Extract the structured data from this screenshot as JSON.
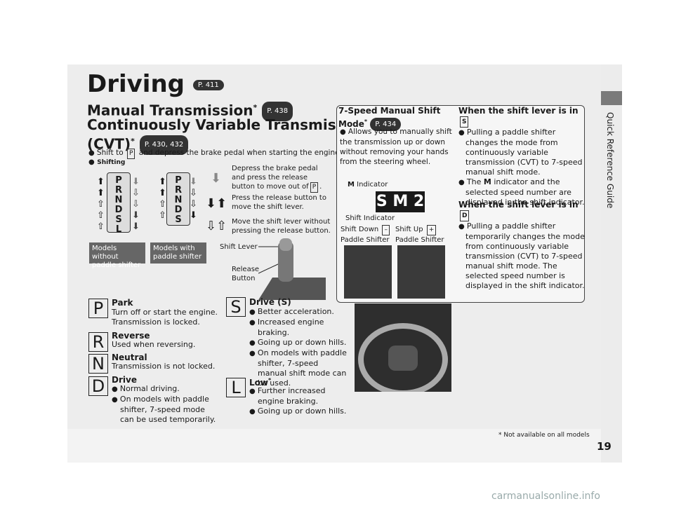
{
  "sidebar": {
    "label": "Quick Reference Guide"
  },
  "title": {
    "text": "Driving",
    "ref": "P. 411"
  },
  "manual": {
    "text": "Manual Transmission",
    "star": "*",
    "ref": "P. 438"
  },
  "cvt": {
    "line1": "Continuously Variable Transmission",
    "line2": "(CVT)",
    "star": "*",
    "ref": "P. 430, 432"
  },
  "bullets": {
    "shift_intro": "Shift to",
    "shift_key": "P",
    "shift_rest": "and depress the brake pedal when starting the engine.",
    "shifting": "Shifting"
  },
  "gates": {
    "left": [
      "P",
      "R",
      "N",
      "D",
      "S",
      "L"
    ],
    "right": [
      "P",
      "R",
      "N",
      "D",
      "S"
    ]
  },
  "models": {
    "without": "Models without paddle shifter",
    "with": "Models with paddle shifter"
  },
  "legend": {
    "brake": "Depress the brake pedal and press the release button to move out of",
    "brake_key": "P",
    "release": "Press the release button to move the shift lever.",
    "move": "Move the shift lever without pressing the release button."
  },
  "lever": {
    "shift_lever": "Shift Lever",
    "release_button": "Release Button"
  },
  "seven_speed": {
    "title1": "7-Speed Manual Shift",
    "title2": "Mode",
    "star": "*",
    "ref": "P. 434",
    "text": "Allows you to manually shift the transmission up or down without removing your hands from the steering wheel.",
    "m_indicator": "Indicator",
    "m_letter": "M",
    "shift_indicator": "Shift Indicator",
    "shift_down": "Shift Down",
    "shift_down_key": "–",
    "shift_up": "Shift Up",
    "shift_up_key": "+",
    "paddle": "Paddle Shifter",
    "display": "S M 2"
  },
  "when_s": {
    "title": "When the shift lever is in",
    "key": "S",
    "b1": "Pulling a paddle shifter changes the mode from continuously variable transmission (CVT) to 7-speed manual shift mode.",
    "b2a": "The",
    "b2m": "M",
    "b2b": "indicator and the selected speed number are displayed in the shift indicator."
  },
  "when_d": {
    "title": "When the shift lever is in",
    "key": "D",
    "b1": "Pulling a paddle shifter temporarily changes the mode from continuously variable transmission (CVT) to 7-speed manual shift mode. The selected speed number is displayed in the shift indicator."
  },
  "gears": {
    "park": {
      "letter": "P",
      "title": "Park",
      "l1": "Turn off or start the engine.",
      "l2": "Transmission is locked."
    },
    "reverse": {
      "letter": "R",
      "title": "Reverse",
      "l1": "Used when reversing."
    },
    "neutral": {
      "letter": "N",
      "title": "Neutral",
      "l1": "Transmission is not locked."
    },
    "drive": {
      "letter": "D",
      "title": "Drive",
      "b1": "Normal driving.",
      "b2": "On models with paddle shifter, 7-speed mode can be used temporarily."
    },
    "drive_s": {
      "letter": "S",
      "title": "Drive (S)",
      "b1": "Better acceleration.",
      "b2": "Increased engine braking.",
      "b3": "Going up or down hills.",
      "b4": "On models with paddle shifter, 7-speed manual shift mode can be used."
    },
    "low": {
      "letter": "L",
      "title": "Low",
      "star": "*",
      "b1": "Further increased engine braking.",
      "b2": "Going up or down hills."
    }
  },
  "footer": {
    "page": "19",
    "note": "* Not available on all models"
  },
  "watermark": "carmanualsonline.info"
}
